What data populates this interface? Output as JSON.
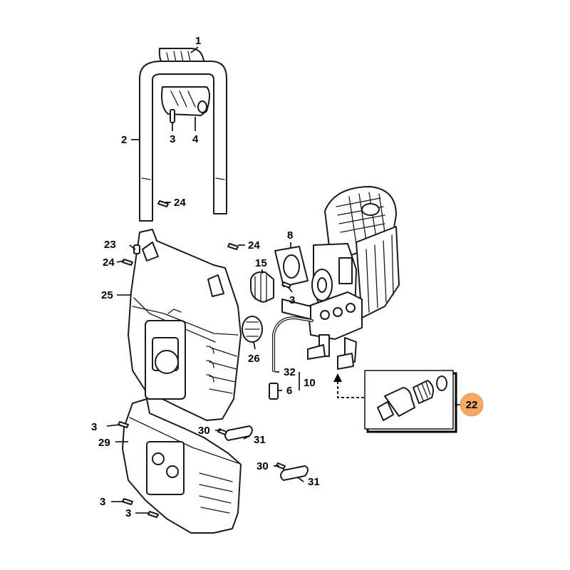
{
  "labels": {
    "l1": "1",
    "l2": "2",
    "l3a": "3",
    "l4": "4",
    "l24a": "24",
    "l23": "23",
    "l24b": "24",
    "l24c": "24",
    "l25": "25",
    "l8": "8",
    "l15": "15",
    "l3b": "3",
    "l26": "26",
    "l32": "32",
    "l10": "10",
    "l6": "6",
    "l22": "22",
    "l3c": "3",
    "l29": "29",
    "l30a": "30",
    "l31a": "31",
    "l30b": "30",
    "l31b": "31",
    "l3d": "3",
    "l3e": "3"
  },
  "highlight_color": "#f5a868"
}
